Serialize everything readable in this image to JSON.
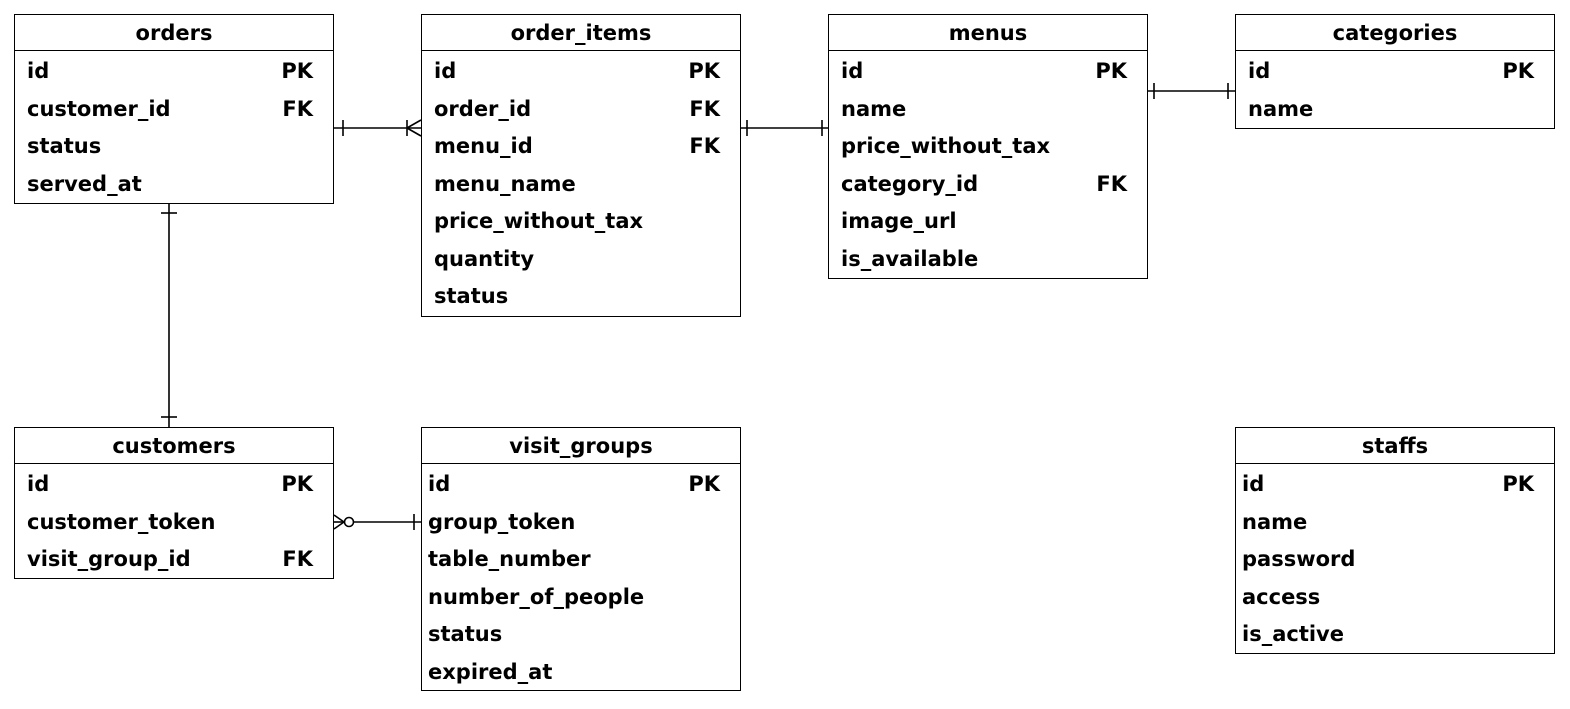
{
  "entities": {
    "orders": {
      "title": "orders",
      "fields": [
        {
          "name": "id",
          "key": "PK"
        },
        {
          "name": "customer_id",
          "key": "FK"
        },
        {
          "name": "status",
          "key": ""
        },
        {
          "name": "served_at",
          "key": ""
        }
      ]
    },
    "order_items": {
      "title": "order_items",
      "fields": [
        {
          "name": "id",
          "key": "PK"
        },
        {
          "name": "order_id",
          "key": "FK"
        },
        {
          "name": "menu_id",
          "key": "FK"
        },
        {
          "name": "menu_name",
          "key": ""
        },
        {
          "name": "price_without_tax",
          "key": ""
        },
        {
          "name": "quantity",
          "key": ""
        },
        {
          "name": "status",
          "key": ""
        }
      ]
    },
    "menus": {
      "title": "menus",
      "fields": [
        {
          "name": "id",
          "key": "PK"
        },
        {
          "name": "name",
          "key": ""
        },
        {
          "name": "price_without_tax",
          "key": ""
        },
        {
          "name": "category_id",
          "key": "FK"
        },
        {
          "name": "image_url",
          "key": ""
        },
        {
          "name": "is_available",
          "key": ""
        }
      ]
    },
    "categories": {
      "title": "categories",
      "fields": [
        {
          "name": "id",
          "key": "PK"
        },
        {
          "name": "name",
          "key": ""
        }
      ]
    },
    "customers": {
      "title": "customers",
      "fields": [
        {
          "name": "id",
          "key": "PK"
        },
        {
          "name": "customer_token",
          "key": ""
        },
        {
          "name": "visit_group_id",
          "key": "FK"
        }
      ]
    },
    "visit_groups": {
      "title": "visit_groups",
      "fields": [
        {
          "name": "id",
          "key": "PK"
        },
        {
          "name": "group_token",
          "key": ""
        },
        {
          "name": "table_number",
          "key": ""
        },
        {
          "name": "number_of_people",
          "key": ""
        },
        {
          "name": "status",
          "key": ""
        },
        {
          "name": "expired_at",
          "key": ""
        }
      ]
    },
    "staffs": {
      "title": "staffs",
      "fields": [
        {
          "name": "id",
          "key": "PK"
        },
        {
          "name": "name",
          "key": ""
        },
        {
          "name": "password",
          "key": ""
        },
        {
          "name": "access",
          "key": ""
        },
        {
          "name": "is_active",
          "key": ""
        }
      ]
    }
  },
  "relationships": [
    {
      "from": "orders",
      "to": "order_items",
      "from_cardinality": "one",
      "to_cardinality": "many"
    },
    {
      "from": "order_items",
      "to": "menus",
      "from_cardinality": "one",
      "to_cardinality": "one"
    },
    {
      "from": "menus",
      "to": "categories",
      "from_cardinality": "one",
      "to_cardinality": "one"
    },
    {
      "from": "orders",
      "to": "customers",
      "from_cardinality": "one",
      "to_cardinality": "one"
    },
    {
      "from": "customers",
      "to": "visit_groups",
      "from_cardinality": "zero-or-many",
      "to_cardinality": "one"
    }
  ],
  "colors": {
    "line": "#000000",
    "background": "#ffffff"
  }
}
